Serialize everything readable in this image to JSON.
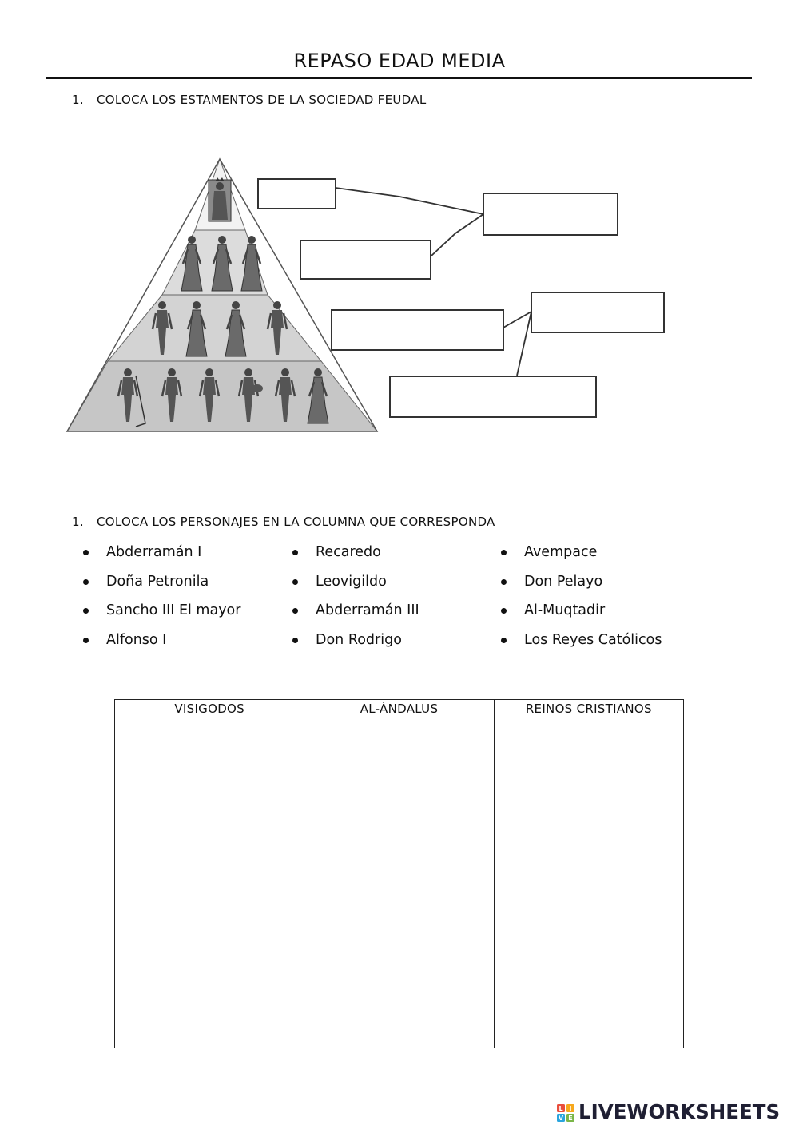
{
  "title": "REPASO EDAD MEDIA",
  "question1": {
    "number": "1.",
    "text": "COLOCA LOS ESTAMENTOS DE LA SOCIEDAD FEUDAL"
  },
  "pyramid": {
    "tiers": [
      {
        "figures": [
          "king-figure"
        ]
      },
      {
        "figures": [
          "noble-figure",
          "bishop-figure",
          "noblewoman-figure"
        ]
      },
      {
        "figures": [
          "burgher-figure",
          "merchant-figure",
          "townswoman-figure",
          "craftsman-figure"
        ]
      },
      {
        "figures": [
          "peasant-figure",
          "artisan-figure",
          "farmer-figure",
          "musician-figure",
          "porter-figure",
          "peasant-woman-figure"
        ]
      }
    ],
    "answer_boxes": [
      "",
      "",
      "",
      "",
      "",
      ""
    ]
  },
  "question2": {
    "number": "1.",
    "text": "COLOCA LOS PERSONAJES EN LA COLUMNA QUE CORRESPONDA"
  },
  "characters": {
    "col1": [
      "Abderramán I",
      "Doña Petronila",
      "Sancho III El mayor",
      "Alfonso I"
    ],
    "col2": [
      "Recaredo",
      "Leovigildo",
      "Abderramán III",
      "Don Rodrigo"
    ],
    "col3": [
      "Avempace",
      "Don Pelayo",
      "Al-Muqtadir",
      "Los Reyes Católicos"
    ]
  },
  "table": {
    "headers": [
      "VISIGODOS",
      "AL-ÁNDALUS",
      "REINOS CRISTIANOS"
    ]
  },
  "brand": {
    "text": "LIVEWORKSHEETS",
    "mark_letters": [
      "L",
      "I",
      "V",
      "E"
    ],
    "colors": [
      "#e94e3c",
      "#f7a81b",
      "#2aa5de",
      "#7ab648"
    ]
  }
}
